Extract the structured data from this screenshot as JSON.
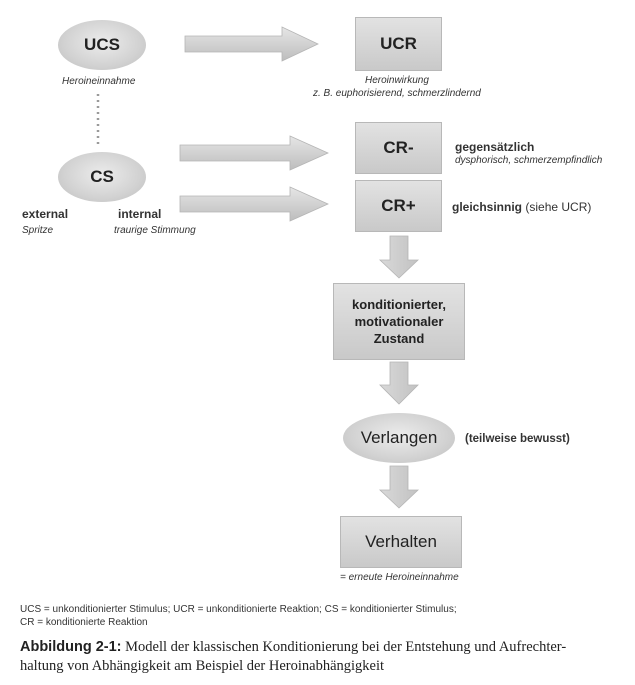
{
  "nodes": {
    "ucs": "UCS",
    "ucr": "UCR",
    "cs": "CS",
    "cr_minus": "CR-",
    "cr_plus": "CR+",
    "state_line1": "konditionierter,",
    "state_line2": "motivationaler",
    "state_line3": "Zustand",
    "verlangen": "Verlangen",
    "verhalten": "Verhalten"
  },
  "labels": {
    "ucs_sub": "Heroineinnahme",
    "ucr_sub1": "Heroinwirkung",
    "ucr_sub2": "z. B. euphorisierend, schmerzlindernd",
    "cr_minus_title": "gegensätzlich",
    "cr_minus_sub": "dysphorisch, schmerzempfindlich",
    "cr_plus_title": "gleichsinnig",
    "cr_plus_note": "(siehe UCR)",
    "external": "external",
    "external_sub": "Spritze",
    "internal": "internal",
    "internal_sub": "traurige Stimmung",
    "verlangen_note": "(teilweise bewusst)",
    "verhalten_sub": "= erneute Heroineinnahme"
  },
  "legend": {
    "line1": "UCS = unkonditionierter Stimulus; UCR = unkonditionierte Reaktion; CS = konditionierter Stimulus;",
    "line2": "CR = konditionierte Reaktion"
  },
  "caption": {
    "label": "Abbildung 2-1:",
    "line1": " Modell der klassischen Konditionierung bei der Entstehung und Aufrechter-",
    "line2": "haltung von Abhängigkeit am Beispiel der Heroinabhängigkeit"
  }
}
